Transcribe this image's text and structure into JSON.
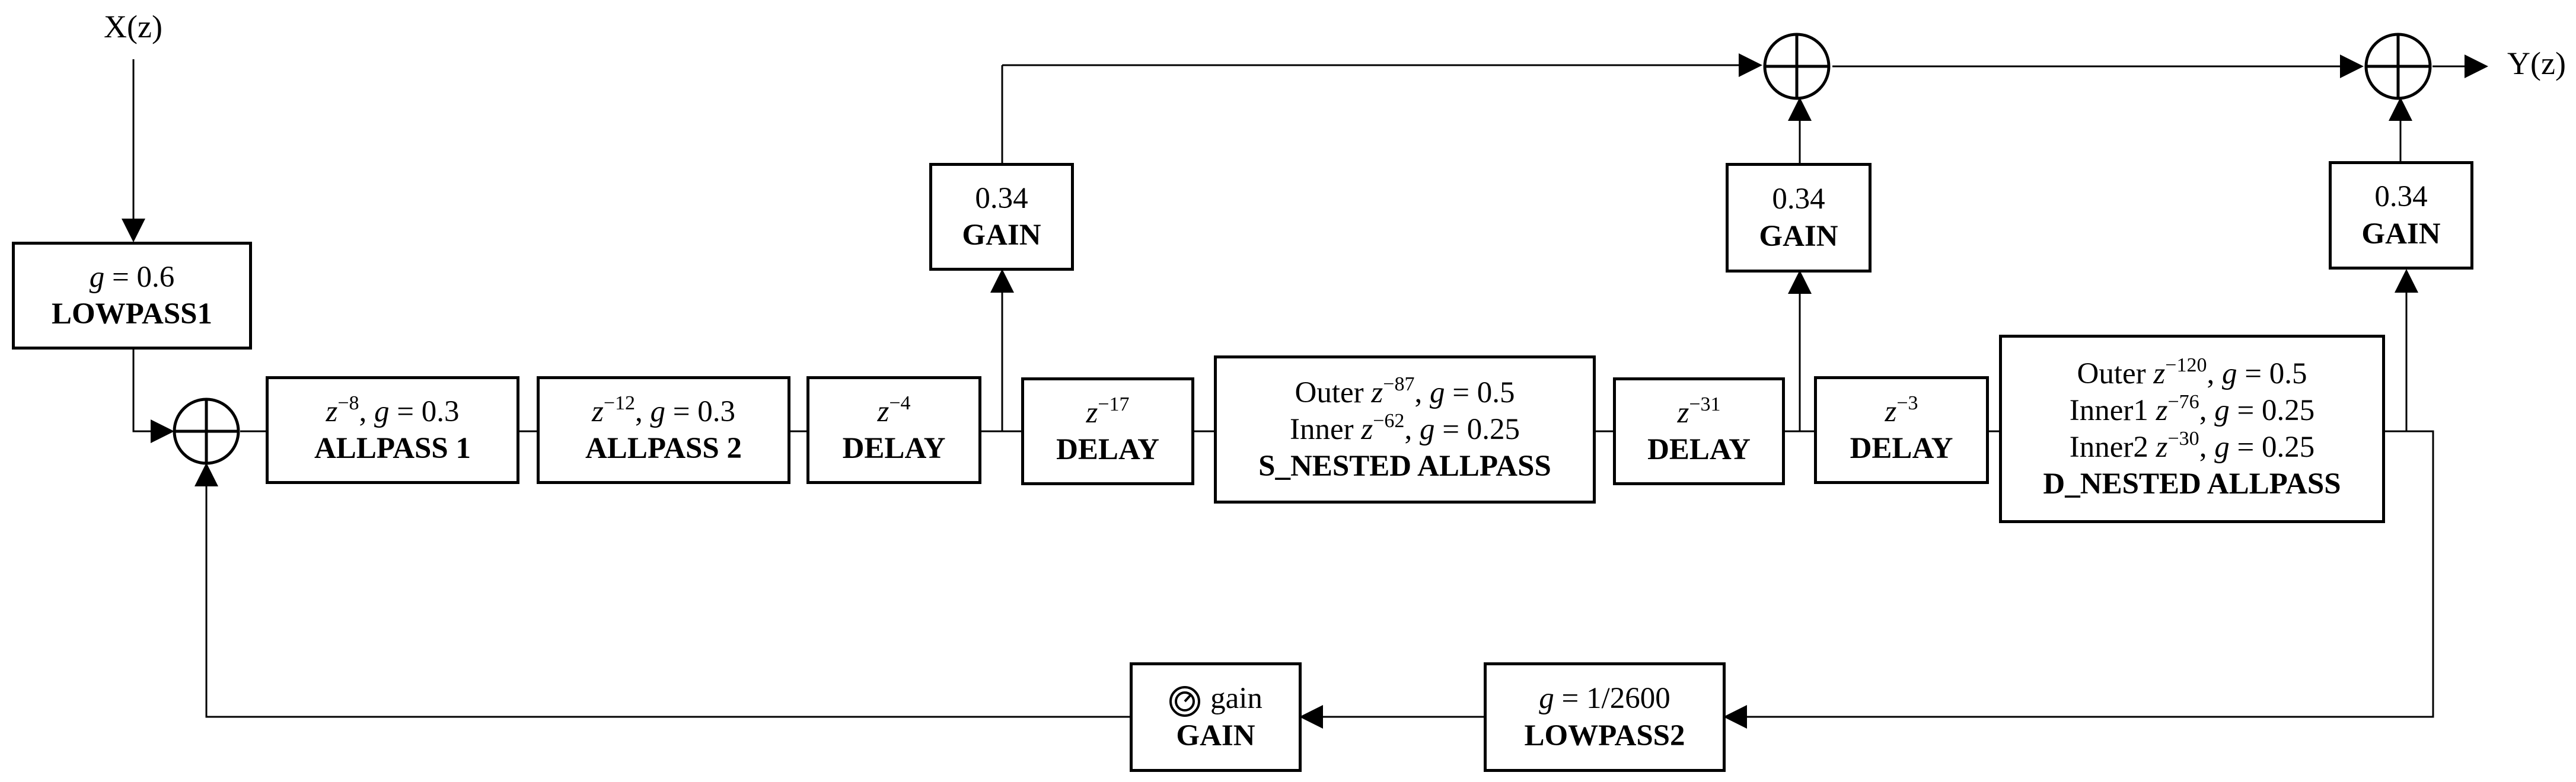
{
  "signals": {
    "input": "X(z)",
    "output": "Y(z)"
  },
  "blocks": {
    "lowpass1": {
      "param": "= 0.6",
      "title": "LOWPASS1"
    },
    "allpass1": {
      "param_exp": "−8",
      "param_rest": ", = 0.3",
      "title": "ALLPASS 1"
    },
    "allpass2": {
      "param_exp": "−12",
      "param_rest": ", = 0.3",
      "title": "ALLPASS 2"
    },
    "delay4": {
      "param_exp": "−4",
      "title": "DELAY"
    },
    "delay17": {
      "param_exp": "−17",
      "title": "DELAY"
    },
    "s_nested": {
      "outer_label": "Outer",
      "outer_exp": "−87",
      "outer_rest": ", = 0.5",
      "inner_label": "Inner",
      "inner_exp": "−62",
      "inner_rest": ", = 0.25",
      "title": "S_NESTED ALLPASS"
    },
    "delay31": {
      "param_exp": "−31",
      "title": "DELAY"
    },
    "delay3": {
      "param_exp": "−3",
      "title": "DELAY"
    },
    "d_nested": {
      "outer_label": "Outer",
      "outer_exp": "−120",
      "outer_rest": ", = 0.5",
      "inner1_label": "Inner1",
      "inner1_exp": "−76",
      "inner1_rest": ", = 0.25",
      "inner2_label": "Inner2",
      "inner2_exp": "−30",
      "inner2_rest": ", = 0.25",
      "title": "D_NESTED ALLPASS"
    },
    "gain_tap1": {
      "value": "0.34",
      "title": "GAIN"
    },
    "gain_tap2": {
      "value": "0.34",
      "title": "GAIN"
    },
    "gain_tap3": {
      "value": "0.34",
      "title": "GAIN"
    },
    "lowpass2": {
      "param": "= 1/2600",
      "title": "LOWPASS2"
    },
    "gain_feedback": {
      "value": "gain",
      "title": "GAIN"
    }
  }
}
